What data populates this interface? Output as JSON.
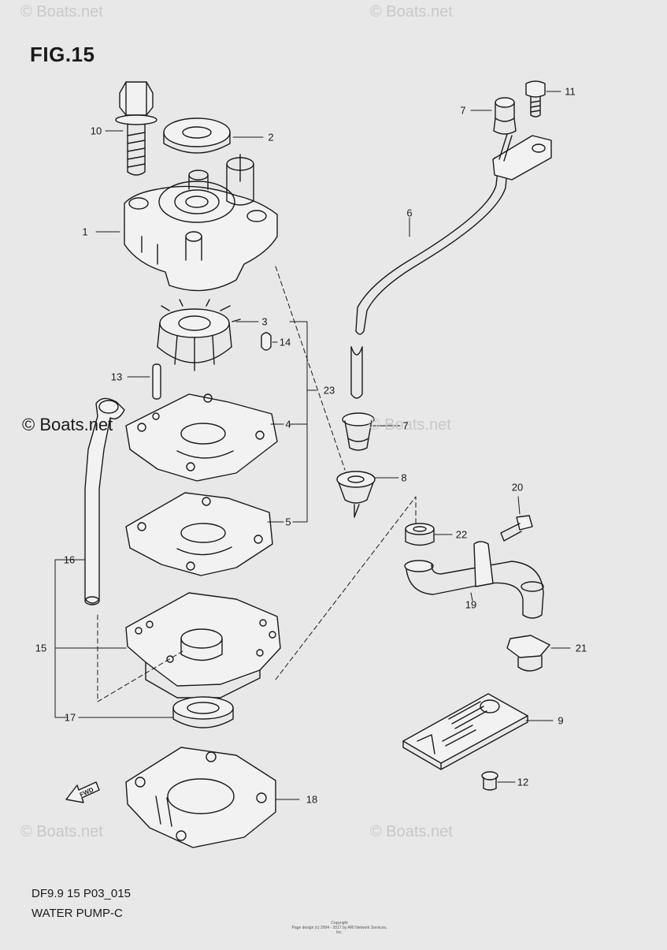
{
  "figure": {
    "title": "FIG.15",
    "code": "DF9.9 15 P03_015",
    "subtitle": "WATER PUMP-C"
  },
  "copyright": {
    "line1": "Copyright",
    "line2": "Page design (c) 2004 - 2017 by ARI Network Services, Inc."
  },
  "watermarks": [
    "© Boats.net",
    "© Boats.net",
    "© Boats.net",
    "© Boats.net",
    "© Boats.net",
    "© Boats.net"
  ],
  "fwd_arrow": {
    "label": "FWD"
  },
  "callouts": [
    "1",
    "2",
    "3",
    "4",
    "5",
    "6",
    "7",
    "7",
    "8",
    "9",
    "10",
    "11",
    "12",
    "13",
    "14",
    "15",
    "16",
    "17",
    "18",
    "19",
    "20",
    "21",
    "22",
    "23"
  ],
  "colors": {
    "background": "#e8e8e8",
    "ink": "#1a1a1a",
    "watermark": "#c9c9c9"
  }
}
